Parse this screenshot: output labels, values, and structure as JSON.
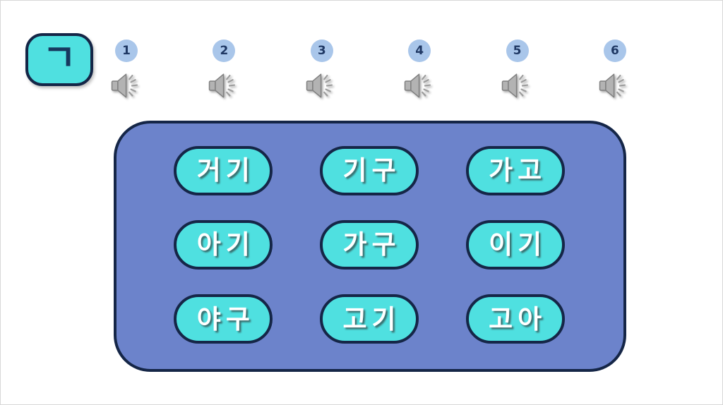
{
  "header": {
    "consonant": "ㄱ"
  },
  "audio": {
    "items": [
      {
        "number": "1",
        "icon": "speaker-icon"
      },
      {
        "number": "2",
        "icon": "speaker-icon"
      },
      {
        "number": "3",
        "icon": "speaker-icon"
      },
      {
        "number": "4",
        "icon": "speaker-icon"
      },
      {
        "number": "5",
        "icon": "speaker-icon"
      },
      {
        "number": "6",
        "icon": "speaker-icon"
      }
    ]
  },
  "board": {
    "rows": [
      [
        "거기",
        "기구",
        "가고"
      ],
      [
        "아기",
        "가구",
        "이기"
      ],
      [
        "야구",
        "고기",
        "고아"
      ]
    ]
  },
  "colors": {
    "tile_fill": "#4FE0E0",
    "panel_fill": "#6C83CB",
    "outline": "#152647",
    "badge_fill": "#A9C6EA",
    "badge_text": "#1F3864",
    "word_text": "#FFFFFF"
  }
}
